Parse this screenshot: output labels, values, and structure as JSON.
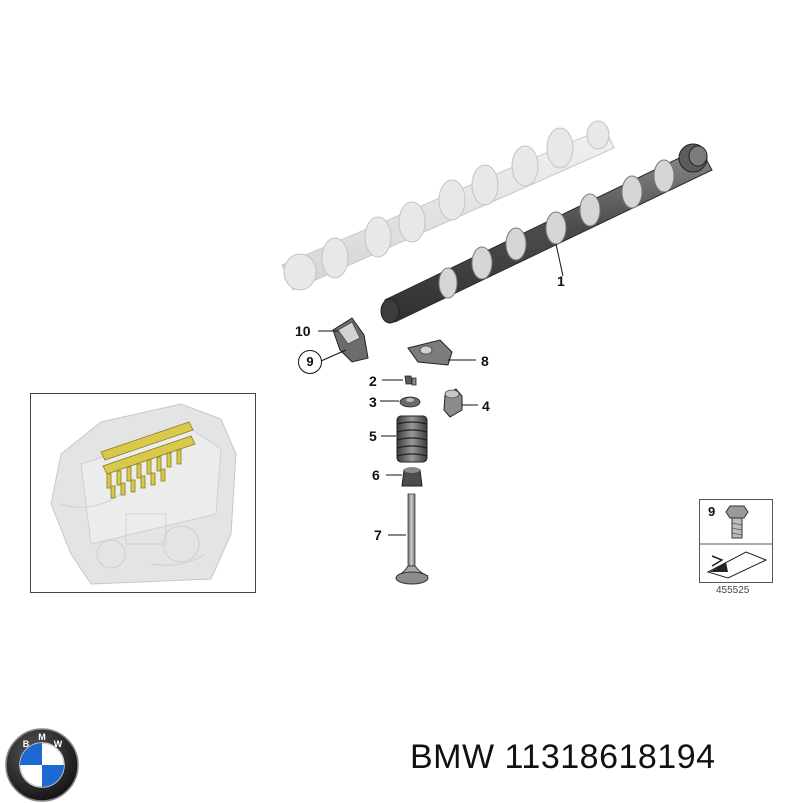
{
  "diagram": {
    "callouts": [
      {
        "id": "1",
        "label": "1"
      },
      {
        "id": "2",
        "label": "2"
      },
      {
        "id": "3",
        "label": "3"
      },
      {
        "id": "4",
        "label": "4"
      },
      {
        "id": "5",
        "label": "5"
      },
      {
        "id": "6",
        "label": "6"
      },
      {
        "id": "7",
        "label": "7"
      },
      {
        "id": "8",
        "label": "8"
      },
      {
        "id": "9",
        "label": "9"
      },
      {
        "id": "10",
        "label": "10"
      }
    ],
    "legend": {
      "number": "9",
      "reference_code": "455525"
    }
  },
  "footer": {
    "brand": "BMW",
    "part_number": "11318618194",
    "logo_letters": "BMW"
  },
  "colors": {
    "part_dark": "#5f6163",
    "part_light": "#d8d8d8",
    "ghost": "#e6e6e6",
    "highlight": "#d8c94a",
    "logo_blue": "#1c69d4"
  },
  "icons": [
    "camshaft-icon",
    "rocker-arm-icon",
    "valve-spring-icon",
    "valve-icon",
    "bolt-icon",
    "engine-block-icon",
    "bmw-roundel-icon"
  ]
}
